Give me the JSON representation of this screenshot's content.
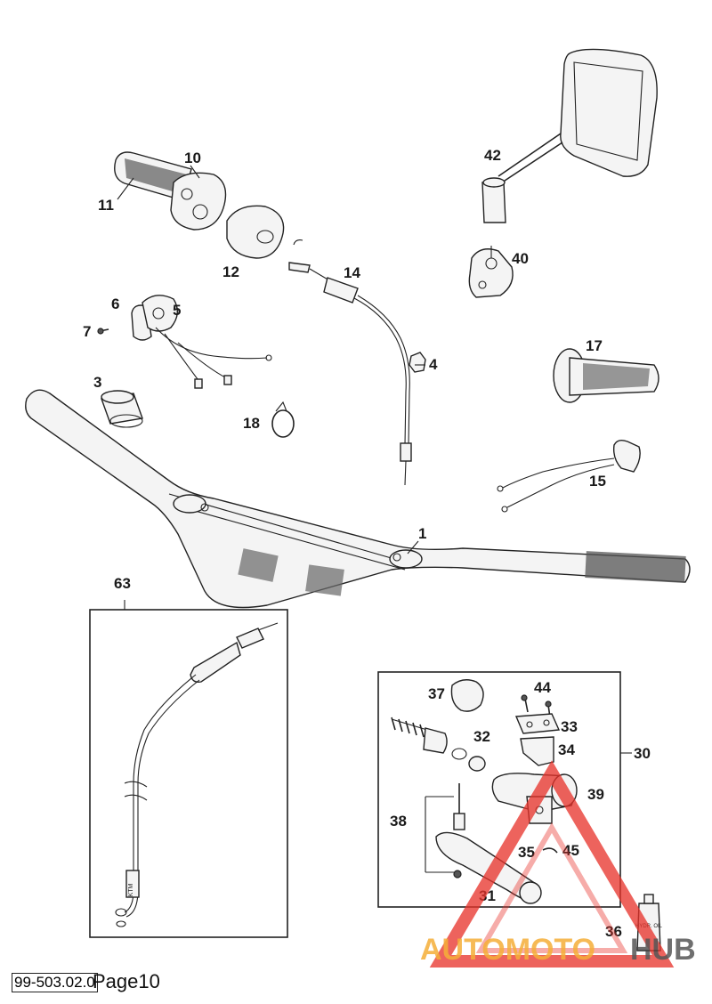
{
  "callouts": {
    "c1": "1",
    "c3": "3",
    "c4": "4",
    "c5": "5",
    "c6": "6",
    "c7": "7",
    "c10": "10",
    "c11": "11",
    "c12": "12",
    "c14": "14",
    "c15": "15",
    "c17": "17",
    "c18": "18",
    "c30": "30",
    "c31": "31",
    "c32": "32",
    "c33": "33",
    "c34": "34",
    "c35": "35",
    "c36": "36",
    "c37": "37",
    "c38": "38",
    "c39": "39",
    "c40": "40",
    "c42": "42",
    "c44": "44",
    "c45": "45",
    "c63": "63"
  },
  "cable_stamp": "KTM",
  "bottle_label": "HYDR. OIL",
  "watermark": {
    "part1": "AUTOMOTO",
    "part2": "HUB",
    "accent": "#e8342c",
    "accent2": "#f4a623",
    "muted": "#444444"
  },
  "footer": {
    "code": "99-503.02.0",
    "page": "Page10"
  }
}
